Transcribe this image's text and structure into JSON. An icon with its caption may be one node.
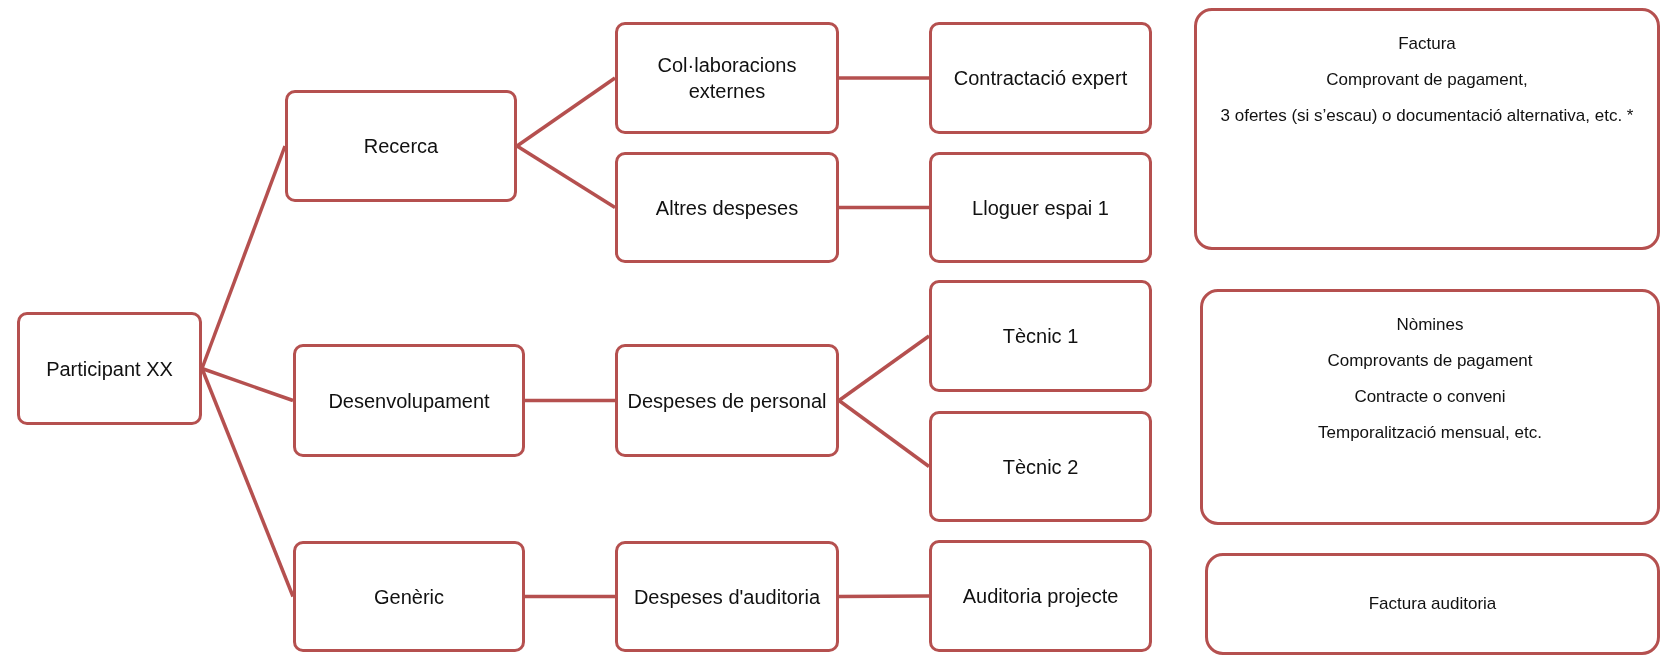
{
  "diagram": {
    "nodes": [
      {
        "text": [
          "Participant XX"
        ]
      },
      {
        "text": [
          "Recerca"
        ]
      },
      {
        "text": [
          "Col·laboracions externes"
        ]
      },
      {
        "text": [
          "Contractació expert"
        ]
      },
      {
        "text": [
          "Altres despeses"
        ]
      },
      {
        "text": [
          "Lloguer espai 1"
        ]
      },
      {
        "text": [
          "Factura",
          "Comprovant de pagament,",
          "3 ofertes (si s’escau) o documentació alternativa, etc. *"
        ]
      },
      {
        "text": [
          "Desenvolupament"
        ]
      },
      {
        "text": [
          "Despeses de personal"
        ]
      },
      {
        "text": [
          "Tècnic 1"
        ]
      },
      {
        "text": [
          "Tècnic 2"
        ]
      },
      {
        "text": [
          "Nòmines",
          "Comprovants de pagament",
          "Contracte o conveni",
          "Temporalització mensual, etc."
        ]
      },
      {
        "text": [
          "Genèric"
        ]
      },
      {
        "text": [
          "Despeses d'auditoria"
        ]
      },
      {
        "text": [
          "Auditoria projecte"
        ]
      },
      {
        "text": [
          "Factura auditoria"
        ]
      }
    ],
    "edges": [
      {
        "from": 0,
        "to": 1,
        "arrow": "none"
      },
      {
        "from": 0,
        "to": 7,
        "arrow": "none"
      },
      {
        "from": 0,
        "to": 12,
        "arrow": "none"
      },
      {
        "from": 1,
        "to": 2,
        "arrow": "none"
      },
      {
        "from": 1,
        "to": 4,
        "arrow": "none"
      },
      {
        "from": 2,
        "to": 3,
        "arrow": "none"
      },
      {
        "from": 4,
        "to": 5,
        "arrow": "none"
      },
      {
        "from": 7,
        "to": 8,
        "arrow": "none"
      },
      {
        "from": 8,
        "to": 9,
        "arrow": "none"
      },
      {
        "from": 8,
        "to": 10,
        "arrow": "none"
      },
      {
        "from": 12,
        "to": 13,
        "arrow": "none"
      },
      {
        "from": 13,
        "to": 14,
        "arrow": "none"
      }
    ]
  }
}
